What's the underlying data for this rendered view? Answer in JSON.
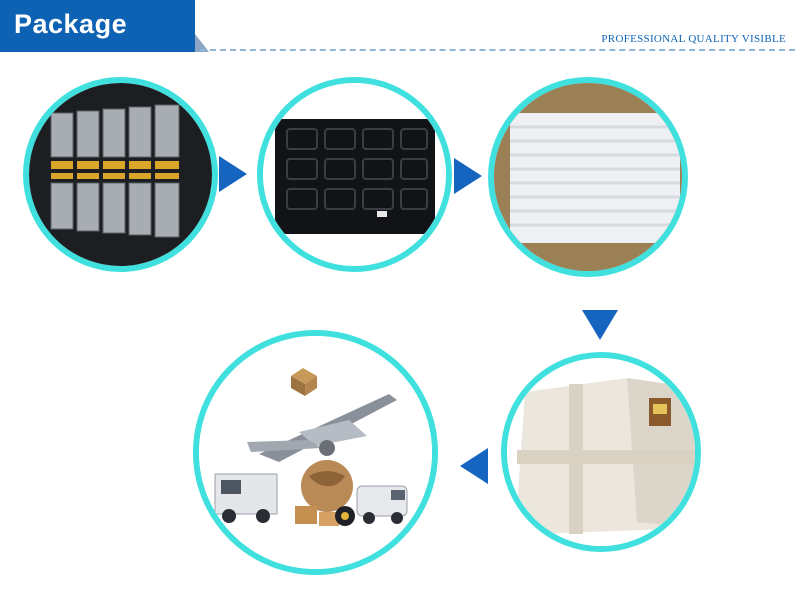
{
  "header": {
    "title": "Package",
    "tagline": "PROFESSIONAL QUALITY VISIBLE"
  },
  "colors": {
    "header_bg": "#0d62b4",
    "circle_border": "#3fe0de",
    "arrow": "#1565c0",
    "tagline": "#0d62b4"
  },
  "steps": [
    {
      "icon": "ssd-tray-photo"
    },
    {
      "icon": "plastic-tray-photo"
    },
    {
      "icon": "foam-box-photo"
    },
    {
      "icon": "sealed-carton-photo"
    },
    {
      "icon": "shipping-logistics-photo"
    }
  ]
}
